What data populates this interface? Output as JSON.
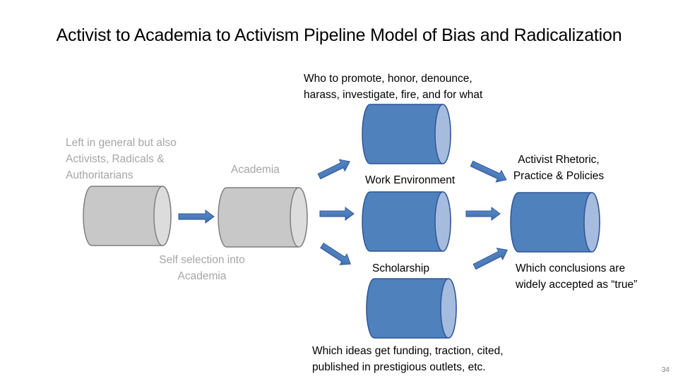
{
  "slide": {
    "title": "Activist to Academia to Activism Pipeline Model of Bias and Radicalization",
    "page_number": "34"
  },
  "labels": {
    "left_source": [
      "Left in general but also",
      "Activists, Radicals &",
      "Authoritarians"
    ],
    "academia": "Academia",
    "self_selection": [
      "Self selection into",
      "Academia"
    ],
    "top_note": [
      "Who to promote, honor, denounce,",
      "harass, investigate, fire, and for what"
    ],
    "work_environment": "Work Environment",
    "scholarship": "Scholarship",
    "bottom_note": [
      "Which ideas get funding, traction, cited,",
      "published in prestigious outlets, etc."
    ],
    "activist_output": [
      "Activist Rhetoric,",
      "Practice & Policies"
    ],
    "conclusions_note": [
      "Which conclusions are",
      "widely accepted as “true”"
    ]
  },
  "colors": {
    "grey_cylinder_body": "#c8c8c8",
    "grey_cylinder_end": "#dcdcdc",
    "grey_outline": "#7f7f7f",
    "blue_cylinder_body": "#4f81bd",
    "blue_cylinder_end": "#a6bcde",
    "blue_outline": "#2f5597",
    "grey_text": "#a6a6a6"
  }
}
